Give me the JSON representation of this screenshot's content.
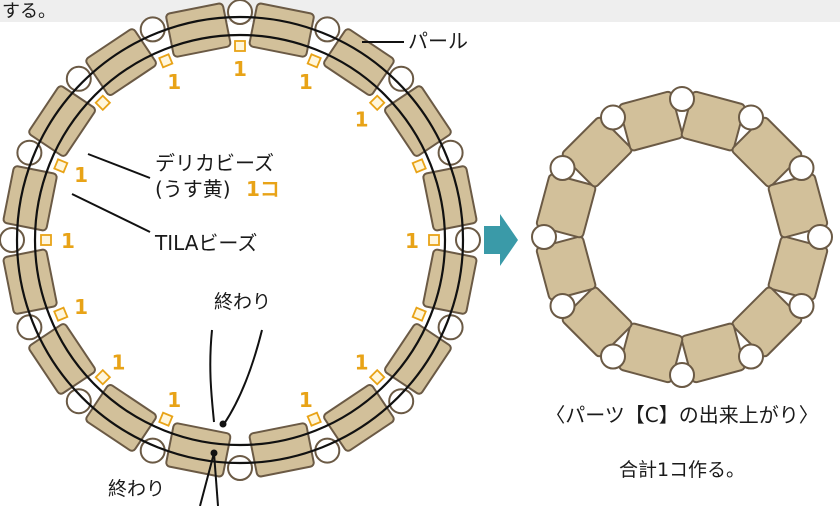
{
  "header": {
    "text": "する。"
  },
  "labels": {
    "pearl": "パール",
    "delica_line1": "デリカビーズ",
    "delica_line2": "(うす黄)",
    "delica_count": "1コ",
    "tila": "TILAビーズ",
    "end_top": "終わり",
    "end_bottom": "終わり"
  },
  "counts": [
    "1",
    "1",
    "1",
    "1",
    "1",
    "1",
    "1",
    "1",
    "1",
    "1",
    "1",
    "1"
  ],
  "caption": {
    "title": "〈パーツ【C】の出来上がり〉",
    "note": "合計1コ作る。"
  },
  "colors": {
    "bead": "#d2c09a",
    "bead_stroke": "#6b5a45",
    "pearl_fill": "#ffffff",
    "pearl_stroke": "#6b5a45",
    "delica": "#e8a317",
    "arrow": "#3a9aa8",
    "header_bg": "#eeeeee"
  }
}
